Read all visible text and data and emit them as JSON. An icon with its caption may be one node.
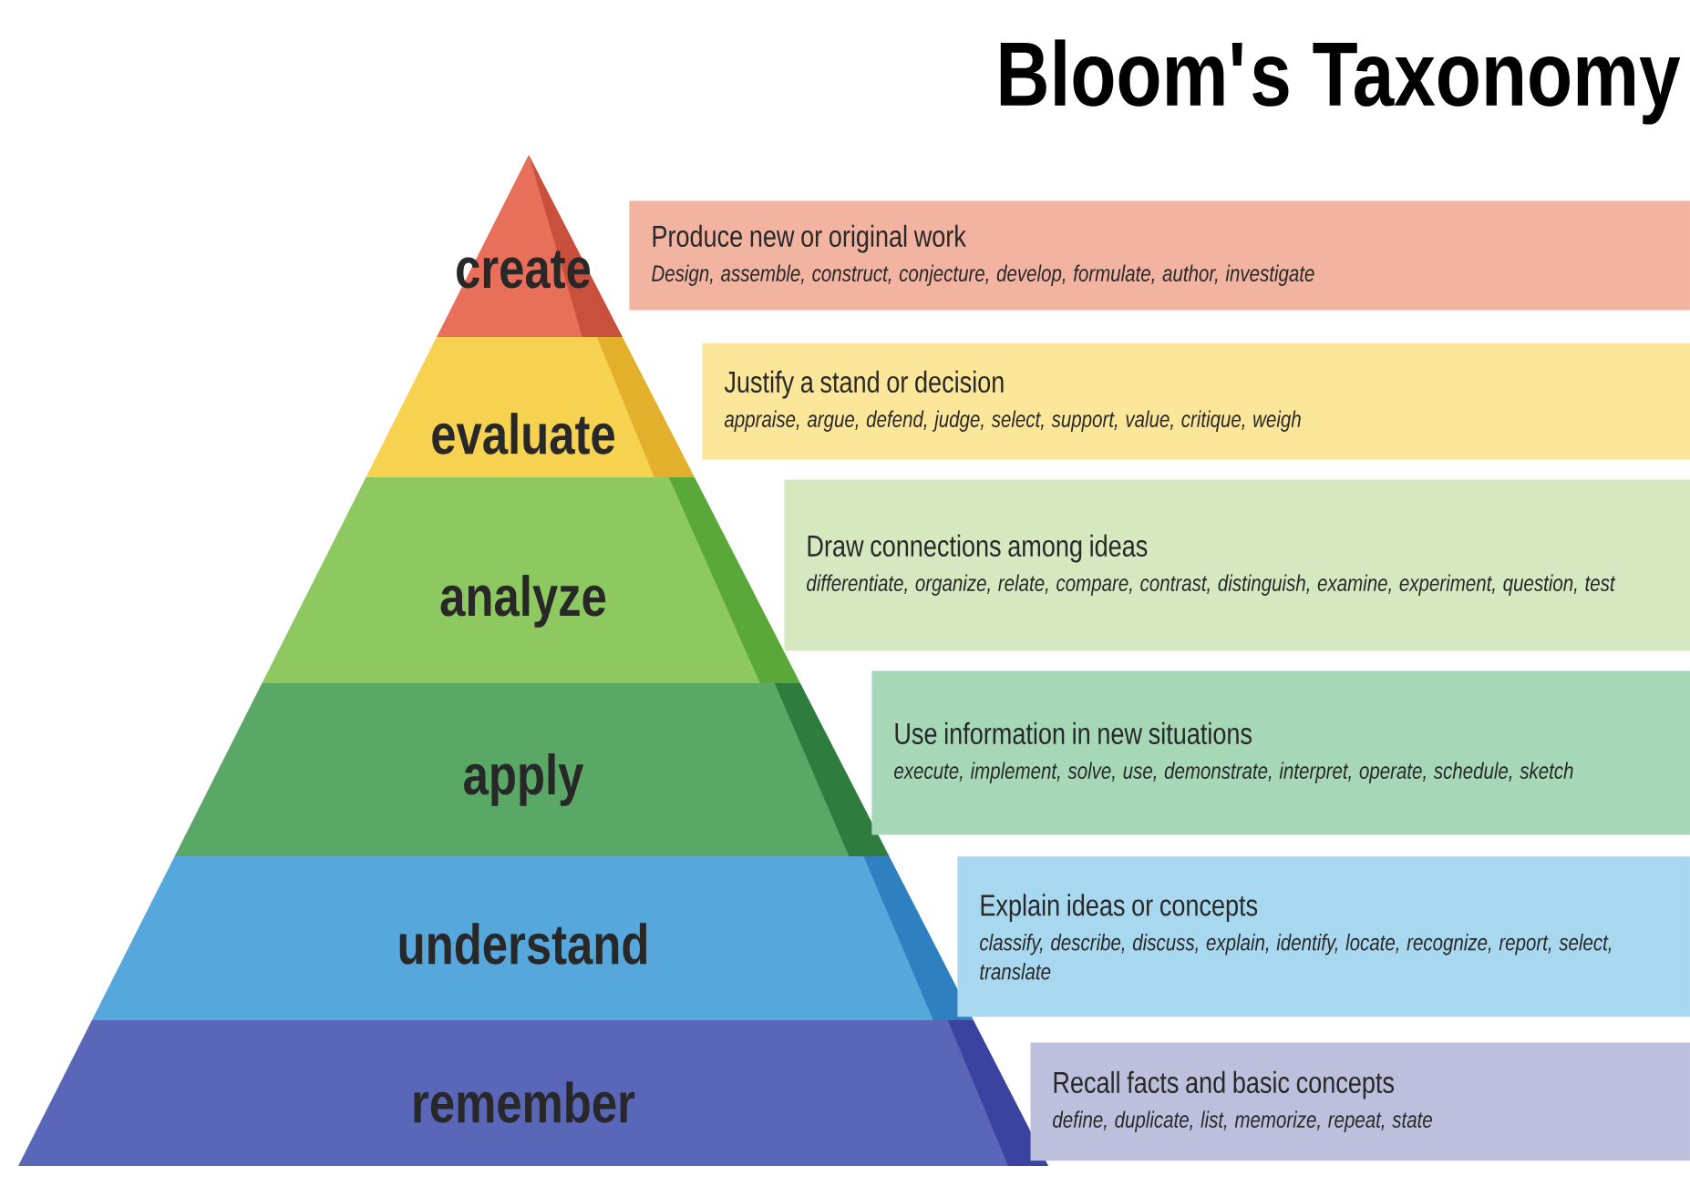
{
  "diagram": {
    "title": "Bloom's Taxonomy",
    "nodes": [
      {
        "text": [
          "create"
        ]
      },
      {
        "text": [
          "Produce new or original work",
          "Design, assemble, construct, conjecture, develop, formulate, author, investigate"
        ]
      },
      {
        "text": [
          "evaluate"
        ]
      },
      {
        "text": [
          "Justify a stand or decision",
          "appraise, argue, defend, judge, select, support, value, critique, weigh"
        ]
      },
      {
        "text": [
          "analyze"
        ]
      },
      {
        "text": [
          "Draw connections among ideas",
          "differentiate, organize, relate, compare, contrast, distinguish, examine, experiment, question, test"
        ]
      },
      {
        "text": [
          "apply"
        ]
      },
      {
        "text": [
          "Use information in new situations",
          "execute, implement, solve, use, demonstrate, interpret, operate, schedule, sketch"
        ]
      },
      {
        "text": [
          "understand"
        ]
      },
      {
        "text": [
          "Explain ideas or concepts",
          "classify, describe, discuss, explain, identify, locate, recognize, report, select, translate"
        ]
      },
      {
        "text": [
          "remember"
        ]
      },
      {
        "text": [
          "Recall facts and basic concepts",
          "define, duplicate, list, memorize, repeat, state"
        ]
      }
    ]
  }
}
